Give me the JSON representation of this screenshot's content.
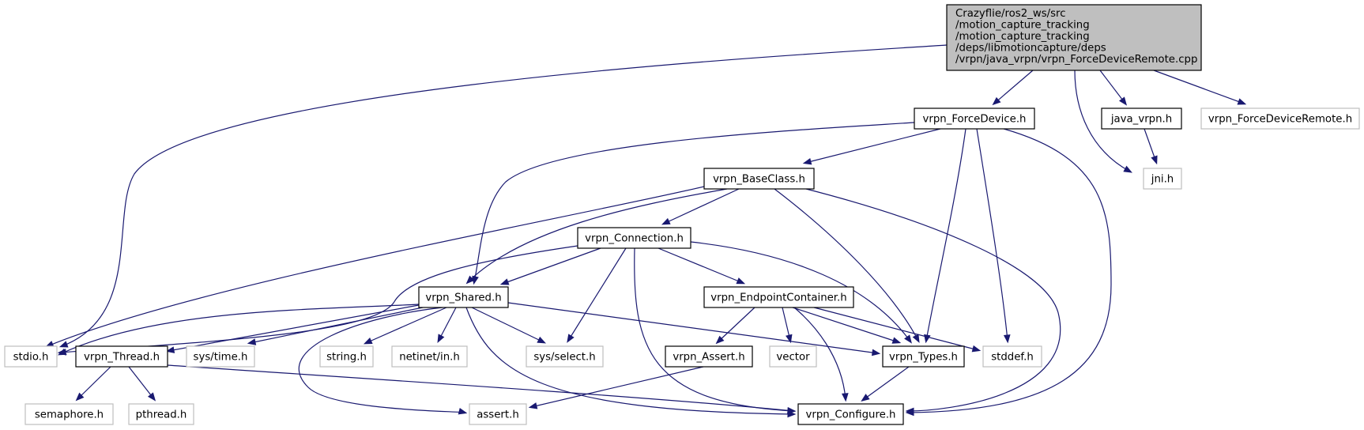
{
  "colors": {
    "edge": "#191970",
    "documented_border": "#000000",
    "undocumented_border": "#bfbfbf",
    "root_fill": "#bfbfbf",
    "node_fill": "#ffffff",
    "external_text": "#3f3f3f"
  },
  "graph": {
    "root": {
      "lines": [
        "Crazyflie/ros2_ws/src",
        "/motion_capture_tracking",
        "/motion_capture_tracking",
        "/deps/libmotioncapture/deps",
        "/vrpn/java_vrpn/vrpn_ForceDeviceRemote.cpp"
      ]
    },
    "nodes": [
      {
        "id": "vrpn_ForceDevice",
        "label": "vrpn_ForceDevice.h",
        "documented": true
      },
      {
        "id": "java_vrpn",
        "label": "java_vrpn.h",
        "documented": true
      },
      {
        "id": "vrpn_ForceDeviceRemote",
        "label": "vrpn_ForceDeviceRemote.h",
        "documented": false
      },
      {
        "id": "jni",
        "label": "jni.h",
        "documented": false
      },
      {
        "id": "vrpn_BaseClass",
        "label": "vrpn_BaseClass.h",
        "documented": true
      },
      {
        "id": "vrpn_Connection",
        "label": "vrpn_Connection.h",
        "documented": true
      },
      {
        "id": "vrpn_Shared",
        "label": "vrpn_Shared.h",
        "documented": true
      },
      {
        "id": "vrpn_EndpointContainer",
        "label": "vrpn_EndpointContainer.h",
        "documented": true
      },
      {
        "id": "stdio",
        "label": "stdio.h",
        "documented": false
      },
      {
        "id": "vrpn_Thread",
        "label": "vrpn_Thread.h",
        "documented": true
      },
      {
        "id": "sys_time",
        "label": "sys/time.h",
        "documented": false
      },
      {
        "id": "string",
        "label": "string.h",
        "documented": false
      },
      {
        "id": "netinet_in",
        "label": "netinet/in.h",
        "documented": false
      },
      {
        "id": "sys_select",
        "label": "sys/select.h",
        "documented": false
      },
      {
        "id": "vrpn_Assert",
        "label": "vrpn_Assert.h",
        "documented": true
      },
      {
        "id": "vector",
        "label": "vector",
        "documented": false
      },
      {
        "id": "vrpn_Types",
        "label": "vrpn_Types.h",
        "documented": true
      },
      {
        "id": "stddef",
        "label": "stddef.h",
        "documented": false
      },
      {
        "id": "semaphore",
        "label": "semaphore.h",
        "documented": false
      },
      {
        "id": "pthread",
        "label": "pthread.h",
        "documented": false
      },
      {
        "id": "assert",
        "label": "assert.h",
        "documented": false
      },
      {
        "id": "vrpn_Configure",
        "label": "vrpn_Configure.h",
        "documented": true
      }
    ],
    "edges": [
      [
        "root",
        "stdio"
      ],
      [
        "root",
        "vrpn_ForceDevice"
      ],
      [
        "root",
        "jni"
      ],
      [
        "root",
        "java_vrpn"
      ],
      [
        "root",
        "vrpn_ForceDeviceRemote"
      ],
      [
        "java_vrpn",
        "jni"
      ],
      [
        "vrpn_ForceDevice",
        "vrpn_Shared"
      ],
      [
        "vrpn_ForceDevice",
        "vrpn_BaseClass"
      ],
      [
        "vrpn_ForceDevice",
        "vrpn_Types"
      ],
      [
        "vrpn_ForceDevice",
        "stddef"
      ],
      [
        "vrpn_ForceDevice",
        "vrpn_Configure"
      ],
      [
        "vrpn_BaseClass",
        "stdio"
      ],
      [
        "vrpn_BaseClass",
        "vrpn_Shared"
      ],
      [
        "vrpn_BaseClass",
        "vrpn_Connection"
      ],
      [
        "vrpn_BaseClass",
        "vrpn_Types"
      ],
      [
        "vrpn_BaseClass",
        "vrpn_Configure"
      ],
      [
        "vrpn_Connection",
        "stdio"
      ],
      [
        "vrpn_Connection",
        "vrpn_Shared"
      ],
      [
        "vrpn_Connection",
        "sys_select"
      ],
      [
        "vrpn_Connection",
        "vrpn_Configure"
      ],
      [
        "vrpn_Connection",
        "vrpn_EndpointContainer"
      ],
      [
        "vrpn_Connection",
        "vrpn_Types"
      ],
      [
        "vrpn_Shared",
        "stdio"
      ],
      [
        "vrpn_Shared",
        "vrpn_Thread"
      ],
      [
        "vrpn_Shared",
        "sys_time"
      ],
      [
        "vrpn_Shared",
        "string"
      ],
      [
        "vrpn_Shared",
        "netinet_in"
      ],
      [
        "vrpn_Shared",
        "sys_select"
      ],
      [
        "vrpn_Shared",
        "assert"
      ],
      [
        "vrpn_Shared",
        "vrpn_Configure"
      ],
      [
        "vrpn_Shared",
        "vrpn_Types"
      ],
      [
        "vrpn_EndpointContainer",
        "vrpn_Assert"
      ],
      [
        "vrpn_EndpointContainer",
        "vector"
      ],
      [
        "vrpn_EndpointContainer",
        "vrpn_Types"
      ],
      [
        "vrpn_EndpointContainer",
        "stddef"
      ],
      [
        "vrpn_EndpointContainer",
        "vrpn_Configure"
      ],
      [
        "vrpn_Thread",
        "semaphore"
      ],
      [
        "vrpn_Thread",
        "pthread"
      ],
      [
        "vrpn_Thread",
        "vrpn_Configure"
      ],
      [
        "vrpn_Assert",
        "assert"
      ],
      [
        "vrpn_Types",
        "vrpn_Configure"
      ]
    ]
  }
}
